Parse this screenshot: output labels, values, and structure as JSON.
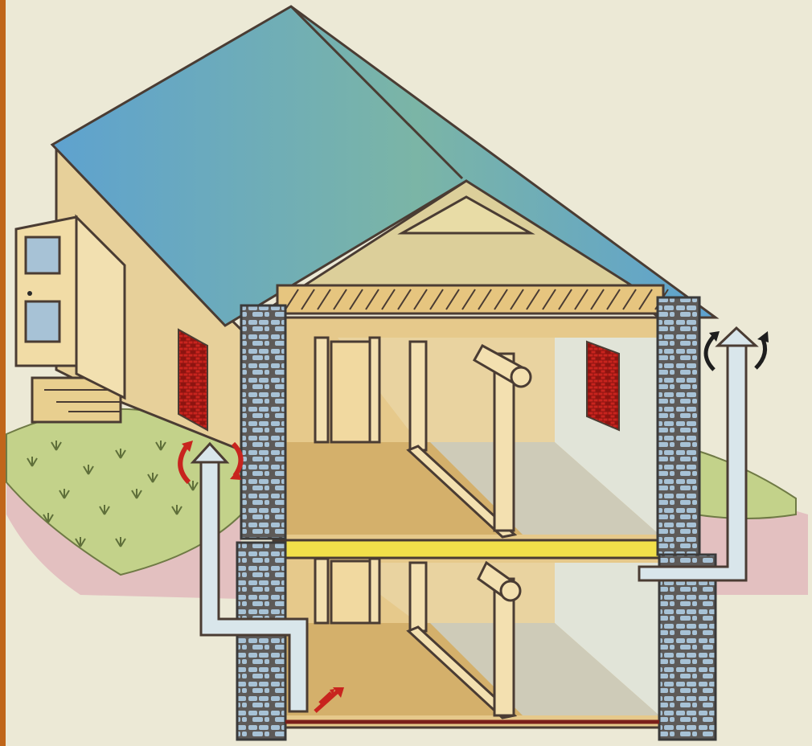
{
  "figure": {
    "title": "",
    "icons": [
      "roof",
      "gable-truss",
      "side-wall",
      "open-door",
      "red-vent",
      "stone-foundation",
      "ventilation-pipe",
      "airflow-arrow",
      "upper-floor",
      "floor-joist",
      "basement",
      "hillside-grass"
    ]
  },
  "colors": {
    "background": "#ece9d6",
    "left_border": "#c0661a",
    "roof": "#5ea2cf",
    "roof_shade": "#7bb5a6",
    "wall": "#e7d09a",
    "wall_dark": "#d4b06b",
    "stone": "#a7c2d6",
    "mortar": "#5d5a58",
    "pipe": "#d9e6eb",
    "vent_red": "#c8241e",
    "arrow_red": "#c8241e",
    "arrow_dark": "#1e1e1e",
    "grass": "#c3d28a",
    "soil": "#e3c0c0",
    "beam_yellow": "#f2e04a",
    "outline": "#4a3c33"
  }
}
